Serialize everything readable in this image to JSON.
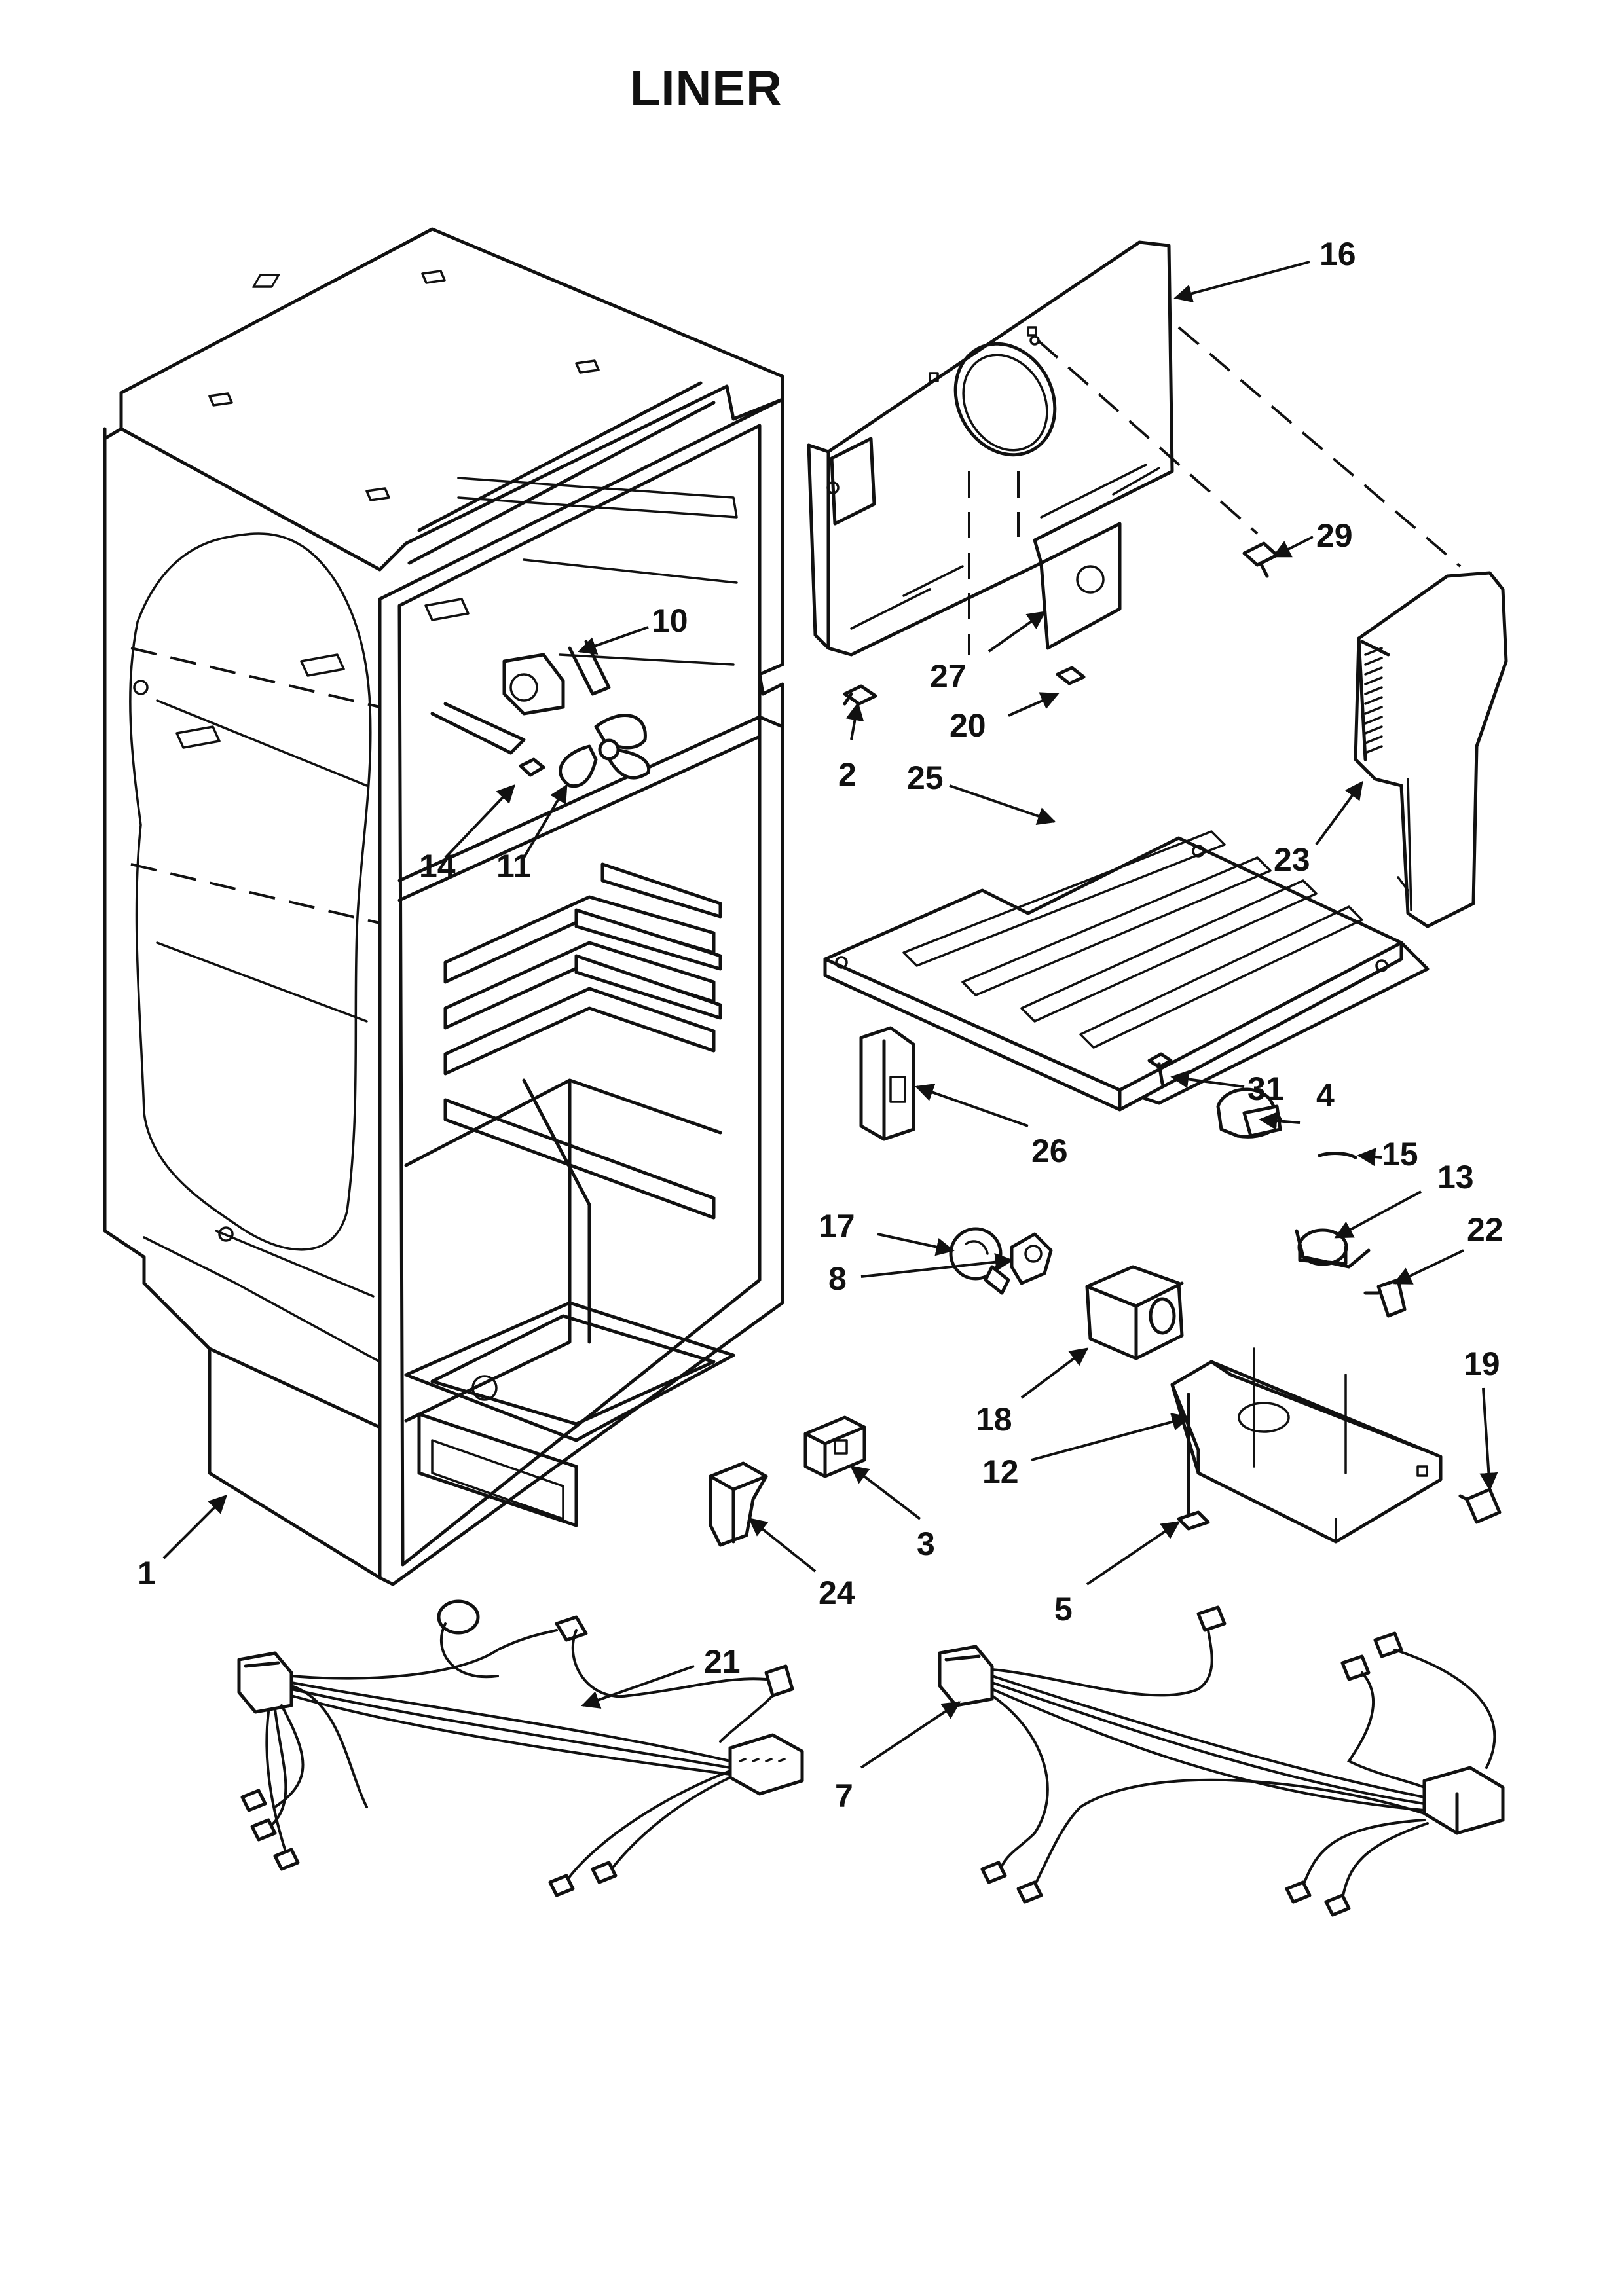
{
  "title": "LINER",
  "callouts": [
    "1",
    "2",
    "3",
    "4",
    "5",
    "7",
    "8",
    "10",
    "11",
    "12",
    "13",
    "14",
    "15",
    "16",
    "17",
    "18",
    "19",
    "20",
    "21",
    "22",
    "23",
    "24",
    "25",
    "26",
    "27",
    "29",
    "31"
  ]
}
